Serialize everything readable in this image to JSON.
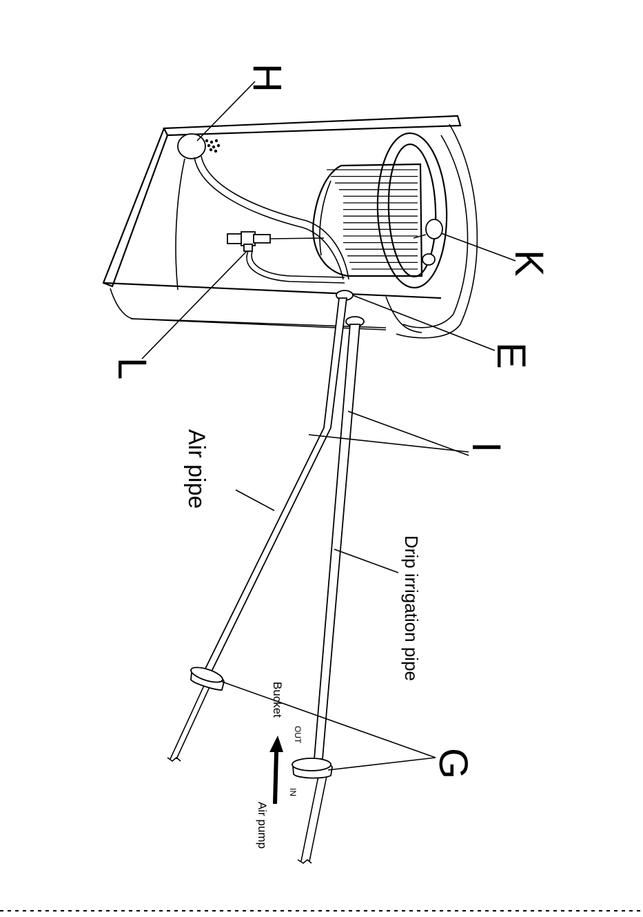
{
  "labels": {
    "H": "H",
    "K": "K",
    "E": "E",
    "L": "L",
    "I": "I",
    "G": "G"
  },
  "annotations": {
    "air_pipe": "Air pipe",
    "drip_pipe": "Drip irrigation pipe",
    "bucket": "Bucket",
    "out": "OUT",
    "in": "IN",
    "air_pump": "Air pump"
  },
  "colors": {
    "line": "#000000",
    "background": "#ffffff"
  }
}
